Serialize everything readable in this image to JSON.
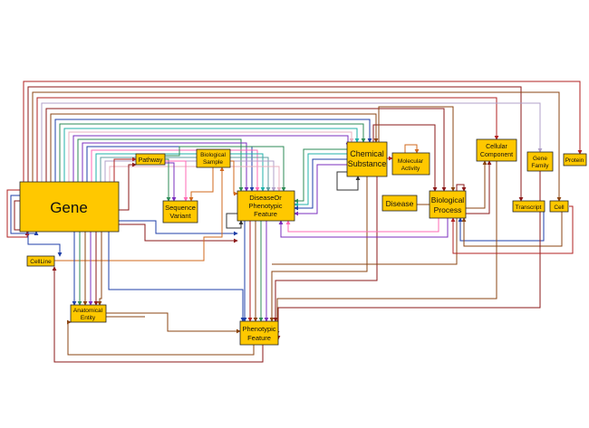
{
  "nodes": {
    "gene": "Gene",
    "pathway": "Pathway",
    "biological_sample": [
      "Biological",
      "Sample"
    ],
    "sequence_variant": [
      "Sequence",
      "Variant"
    ],
    "disease_or_phenotypic_feature": [
      "DiseaseOr",
      "Phenotypic",
      "Feature"
    ],
    "chemical_substance": [
      "Chemical",
      "Substance"
    ],
    "molecular_activity": [
      "Molecular",
      "Activity"
    ],
    "disease": "Disease",
    "biological_process": [
      "Biological",
      "Process"
    ],
    "cellular_component": [
      "Cellular",
      "Component"
    ],
    "gene_family": [
      "Gene",
      "Family"
    ],
    "protein": "Protein",
    "transcript": "Transcript",
    "cell": "Cell",
    "cell_line": "CellLine",
    "anatomical_entity": [
      "Anatomical",
      "Entity"
    ],
    "phenotypic_feature": [
      "Phenotypic",
      "Feature"
    ]
  },
  "colors": {
    "node_fill": "#FFC800",
    "node_stroke": "#222222",
    "edge_palette": [
      "#b22222",
      "#8b1a1a",
      "#1f3fa8",
      "#2e8b57",
      "#20b2aa",
      "#7b2fbf",
      "#ff69b4",
      "#d2691e",
      "#8b4513",
      "#5f9ea0",
      "#b0a0c8",
      "#e8b0c0",
      "#6b8e23",
      "#4b0082",
      "#333333"
    ]
  }
}
